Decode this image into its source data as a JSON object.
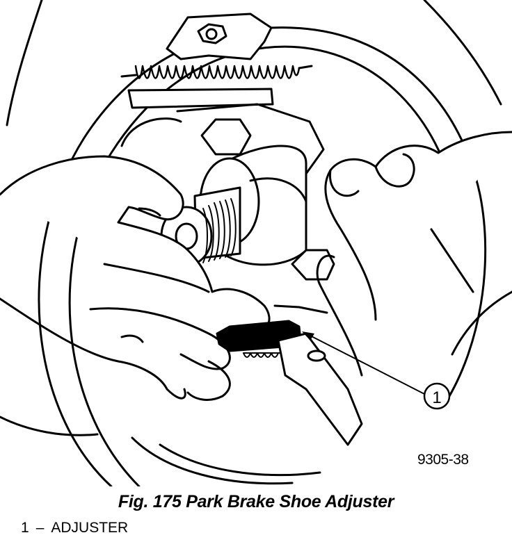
{
  "figure": {
    "callout": "1",
    "code": "9305-38",
    "caption": "Fig. 175 Park Brake Shoe Adjuster"
  },
  "legend": [
    {
      "number": "1",
      "separator": "–",
      "label": "ADJUSTER"
    }
  ]
}
